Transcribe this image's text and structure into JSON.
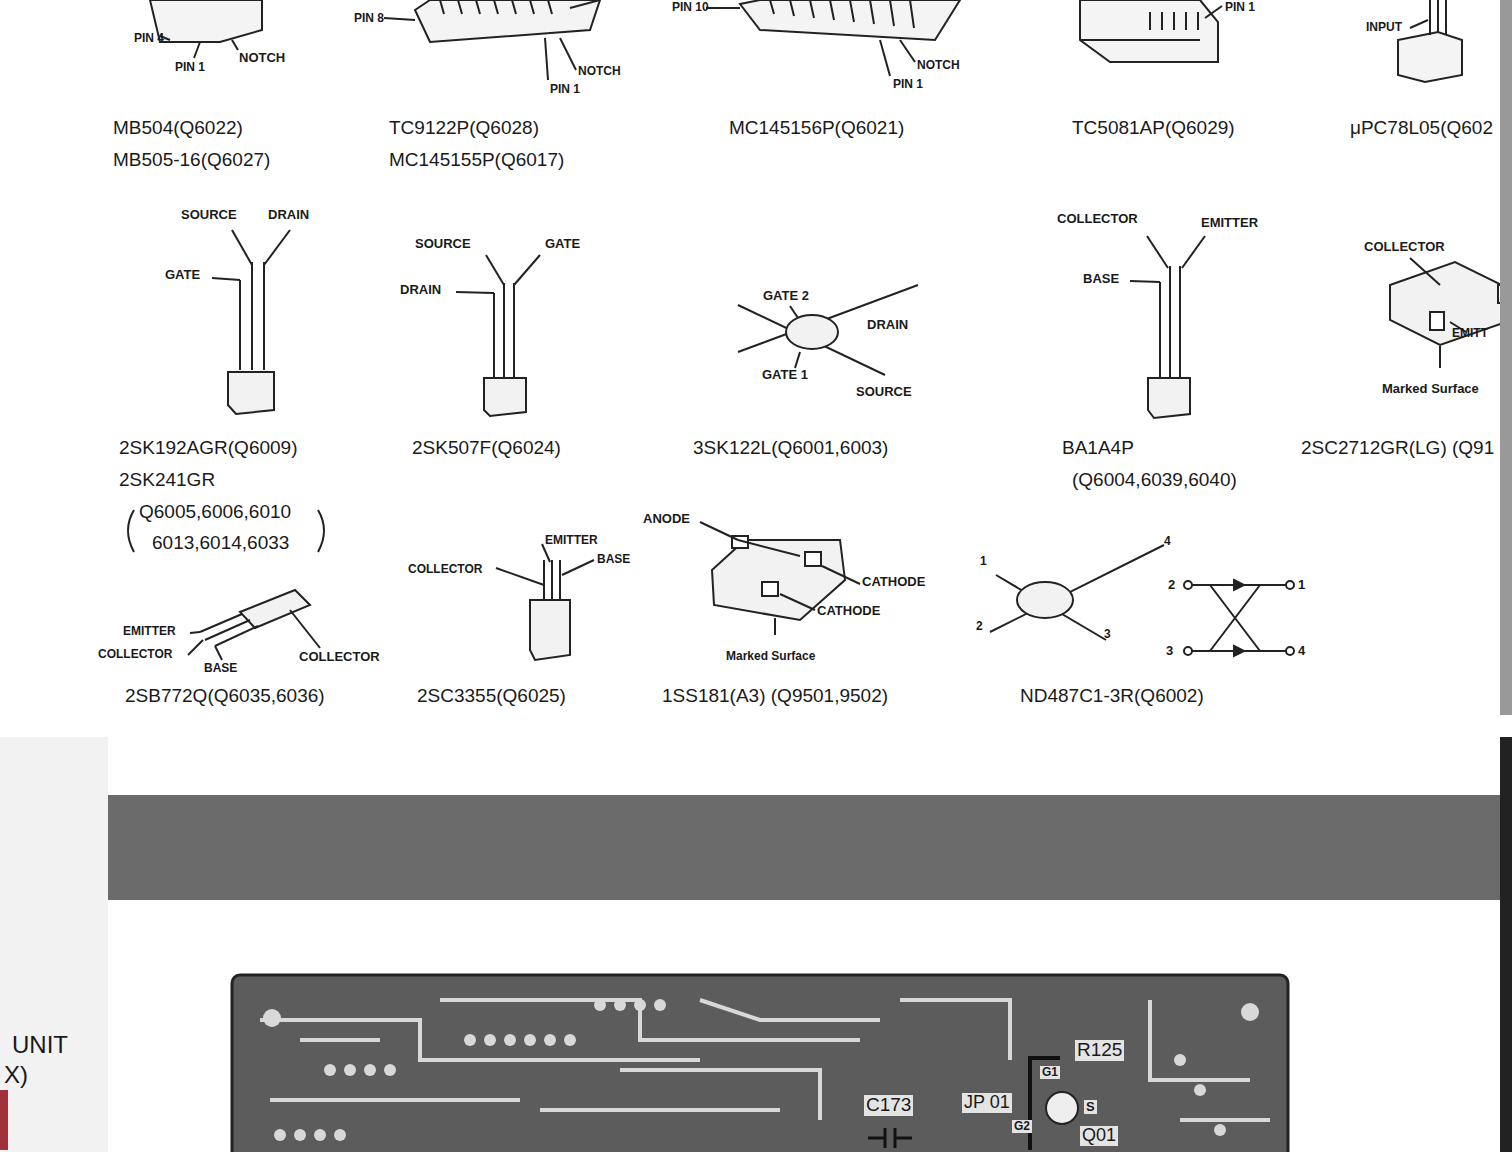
{
  "diagram": {
    "labels": [
      "PIN 4",
      "PIN 1",
      "NOTCH",
      "PIN 8",
      "NOTCH",
      "PIN 1",
      "PIN 10",
      "NOTCH",
      "PIN 1",
      "PIN 1",
      "INPUT",
      "MB504(Q6022)",
      "MB505-16(Q6027)",
      "TC9122P(Q6028)",
      "MC145155P(Q6017)",
      "MC145156P(Q6021)",
      "TC5081AP(Q6029)",
      "μPC78L05(Q602",
      "SOURCE",
      "DRAIN",
      "GATE",
      "2SK192AGR(Q6009)",
      "2SK241GR",
      "Q6005,6006,6010",
      "6013,6014,6033",
      "SOURCE",
      "GATE",
      "DRAIN",
      "2SK507F(Q6024)",
      "GATE 2",
      "DRAIN",
      "GATE 1",
      "SOURCE",
      "3SK122L(Q6001,6003)",
      "COLLECTOR",
      "EMITTER",
      "BASE",
      "BA1A4P",
      "(Q6004,6039,6040)",
      "COLLECTOR",
      "EMITT",
      "Marked Surface",
      "2SC2712GR(LG) (Q91",
      "EMITTER",
      "COLLECTOR",
      "BASE",
      "COLLECTOR",
      "2SB772Q(Q6035,6036)",
      "EMITTER",
      "BASE",
      "COLLECTOR",
      "2SC3355(Q6025)",
      "ANODE",
      "CATHODE",
      "CATHODE",
      "Marked Surface",
      "1SS181(A3) (Q9501,9502)",
      "1",
      "4",
      "2",
      "3",
      "2",
      "1",
      "3",
      "4",
      "ND487C1-3R(Q6002)",
      "UNIT",
      "X)",
      "R125",
      "G1",
      "S",
      "C173",
      "JP 01",
      "G2",
      "Q01"
    ]
  }
}
